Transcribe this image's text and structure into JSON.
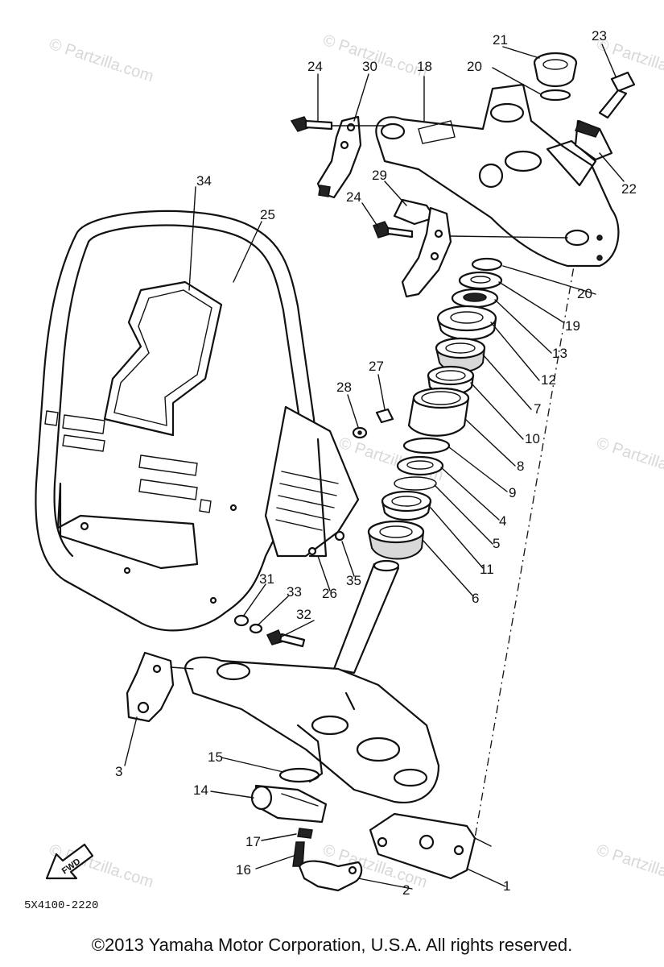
{
  "watermark": "© Partzilla.com",
  "diagram_code": "5X4100-2220",
  "fwd_label": "FWD",
  "number_plate_digit": "1",
  "copyright": "©2013  Yamaha Motor Corporation, U.S.A. All rights reserved.",
  "callouts": [
    "21",
    "23",
    "24",
    "30",
    "18",
    "20",
    "22",
    "29",
    "24",
    "34",
    "25",
    "20",
    "19",
    "13",
    "12",
    "7",
    "27",
    "28",
    "10",
    "8",
    "9",
    "4",
    "5",
    "11",
    "6",
    "35",
    "26",
    "31",
    "33",
    "32",
    "3",
    "15",
    "14",
    "17",
    "16",
    "2",
    "1"
  ]
}
